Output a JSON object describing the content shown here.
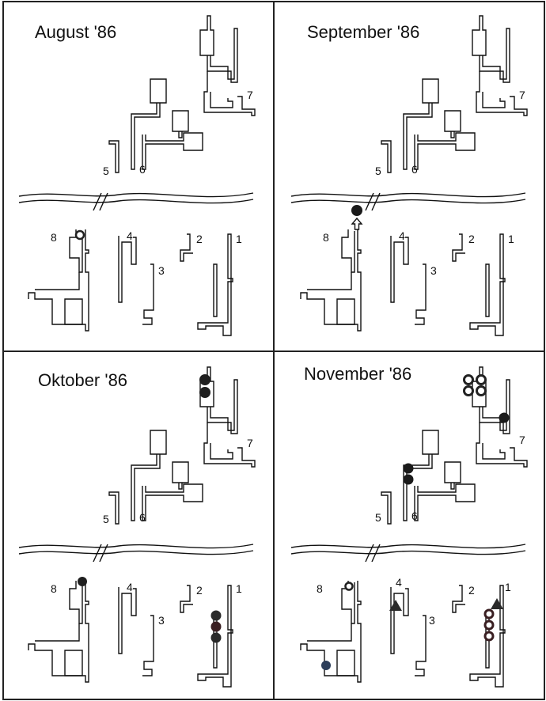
{
  "panels": [
    {
      "title": "August '86",
      "labels": {
        "l1": "1",
        "l2": "2",
        "l3": "3",
        "l4": "4",
        "l5": "5",
        "l6": "6",
        "l7": "7",
        "l8": "8"
      },
      "markers": [
        {
          "type": "ring",
          "site": "8"
        }
      ]
    },
    {
      "title": "September '86",
      "labels": {
        "l1": "1",
        "l2": "2",
        "l3": "3",
        "l4": "4",
        "l5": "5",
        "l6": "6",
        "l7": "7",
        "l8": "8"
      },
      "markers": [
        {
          "type": "dot",
          "site": "8 (crossing)"
        },
        {
          "type": "arrow-up",
          "site": "8"
        }
      ]
    },
    {
      "title": "Oktober '86",
      "labels": {
        "l1": "1",
        "l2": "2",
        "l3": "3",
        "l4": "4",
        "l5": "5",
        "l6": "6",
        "l7": "7",
        "l8": "8"
      },
      "markers": [
        {
          "type": "dot",
          "site": "7"
        },
        {
          "type": "dot",
          "site": "7"
        },
        {
          "type": "dot",
          "site": "8"
        },
        {
          "type": "dot",
          "site": "1"
        },
        {
          "type": "dot",
          "site": "1"
        },
        {
          "type": "dot",
          "site": "1"
        }
      ]
    },
    {
      "title": "November '86",
      "labels": {
        "l1": "1",
        "l2": "2",
        "l3": "3",
        "l4": "4",
        "l5": "5",
        "l6": "6",
        "l7": "7",
        "l8": "8"
      },
      "markers": [
        {
          "type": "ring",
          "site": "7"
        },
        {
          "type": "ring",
          "site": "7"
        },
        {
          "type": "ring",
          "site": "7"
        },
        {
          "type": "ring",
          "site": "7"
        },
        {
          "type": "dot",
          "site": "7"
        },
        {
          "type": "dot",
          "site": "6"
        },
        {
          "type": "dot",
          "site": "6"
        },
        {
          "type": "ring",
          "site": "8"
        },
        {
          "type": "dot",
          "site": "8"
        },
        {
          "type": "triangle",
          "site": "4"
        },
        {
          "type": "triangle",
          "site": "1"
        },
        {
          "type": "ring",
          "site": "1"
        },
        {
          "type": "ring",
          "site": "1"
        },
        {
          "type": "ring",
          "site": "1"
        }
      ]
    }
  ]
}
